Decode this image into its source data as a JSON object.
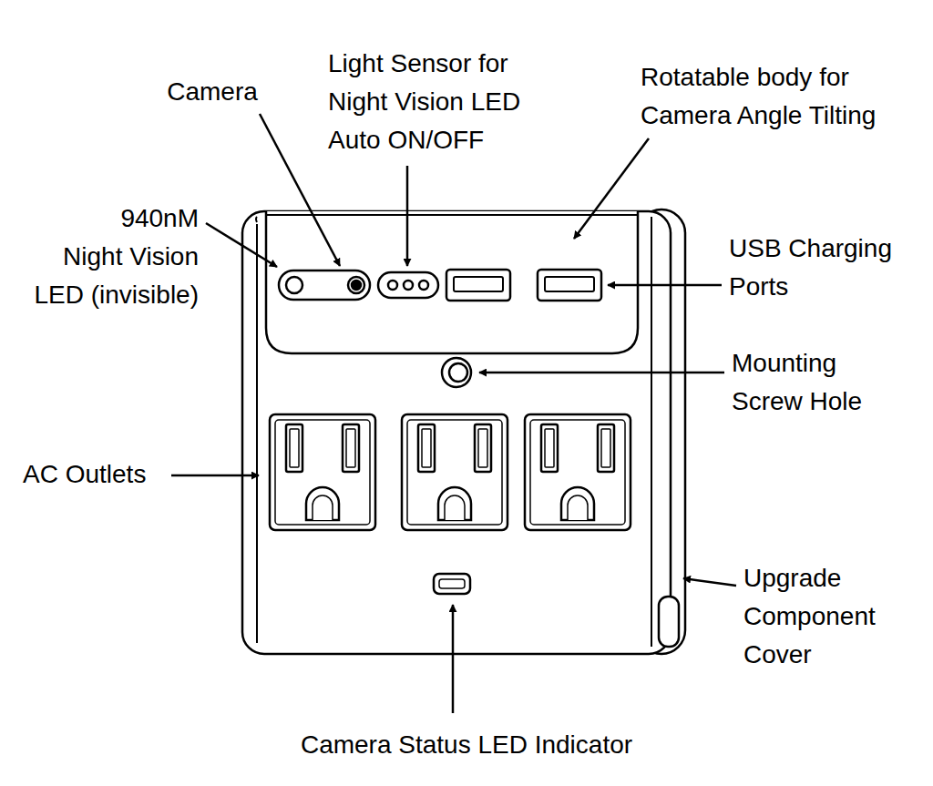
{
  "diagram": {
    "labels": [
      "Camera",
      "Light Sensor for Night Vision LED Auto ON/OFF",
      "Rotatable body for Camera Angle Tilting",
      "940nM Night Vision LED (invisible)",
      "USB Charging Ports",
      "Mounting Screw Hole",
      "AC Outlets",
      "Upgrade Component Cover",
      "Camera Status LED Indicator"
    ]
  }
}
